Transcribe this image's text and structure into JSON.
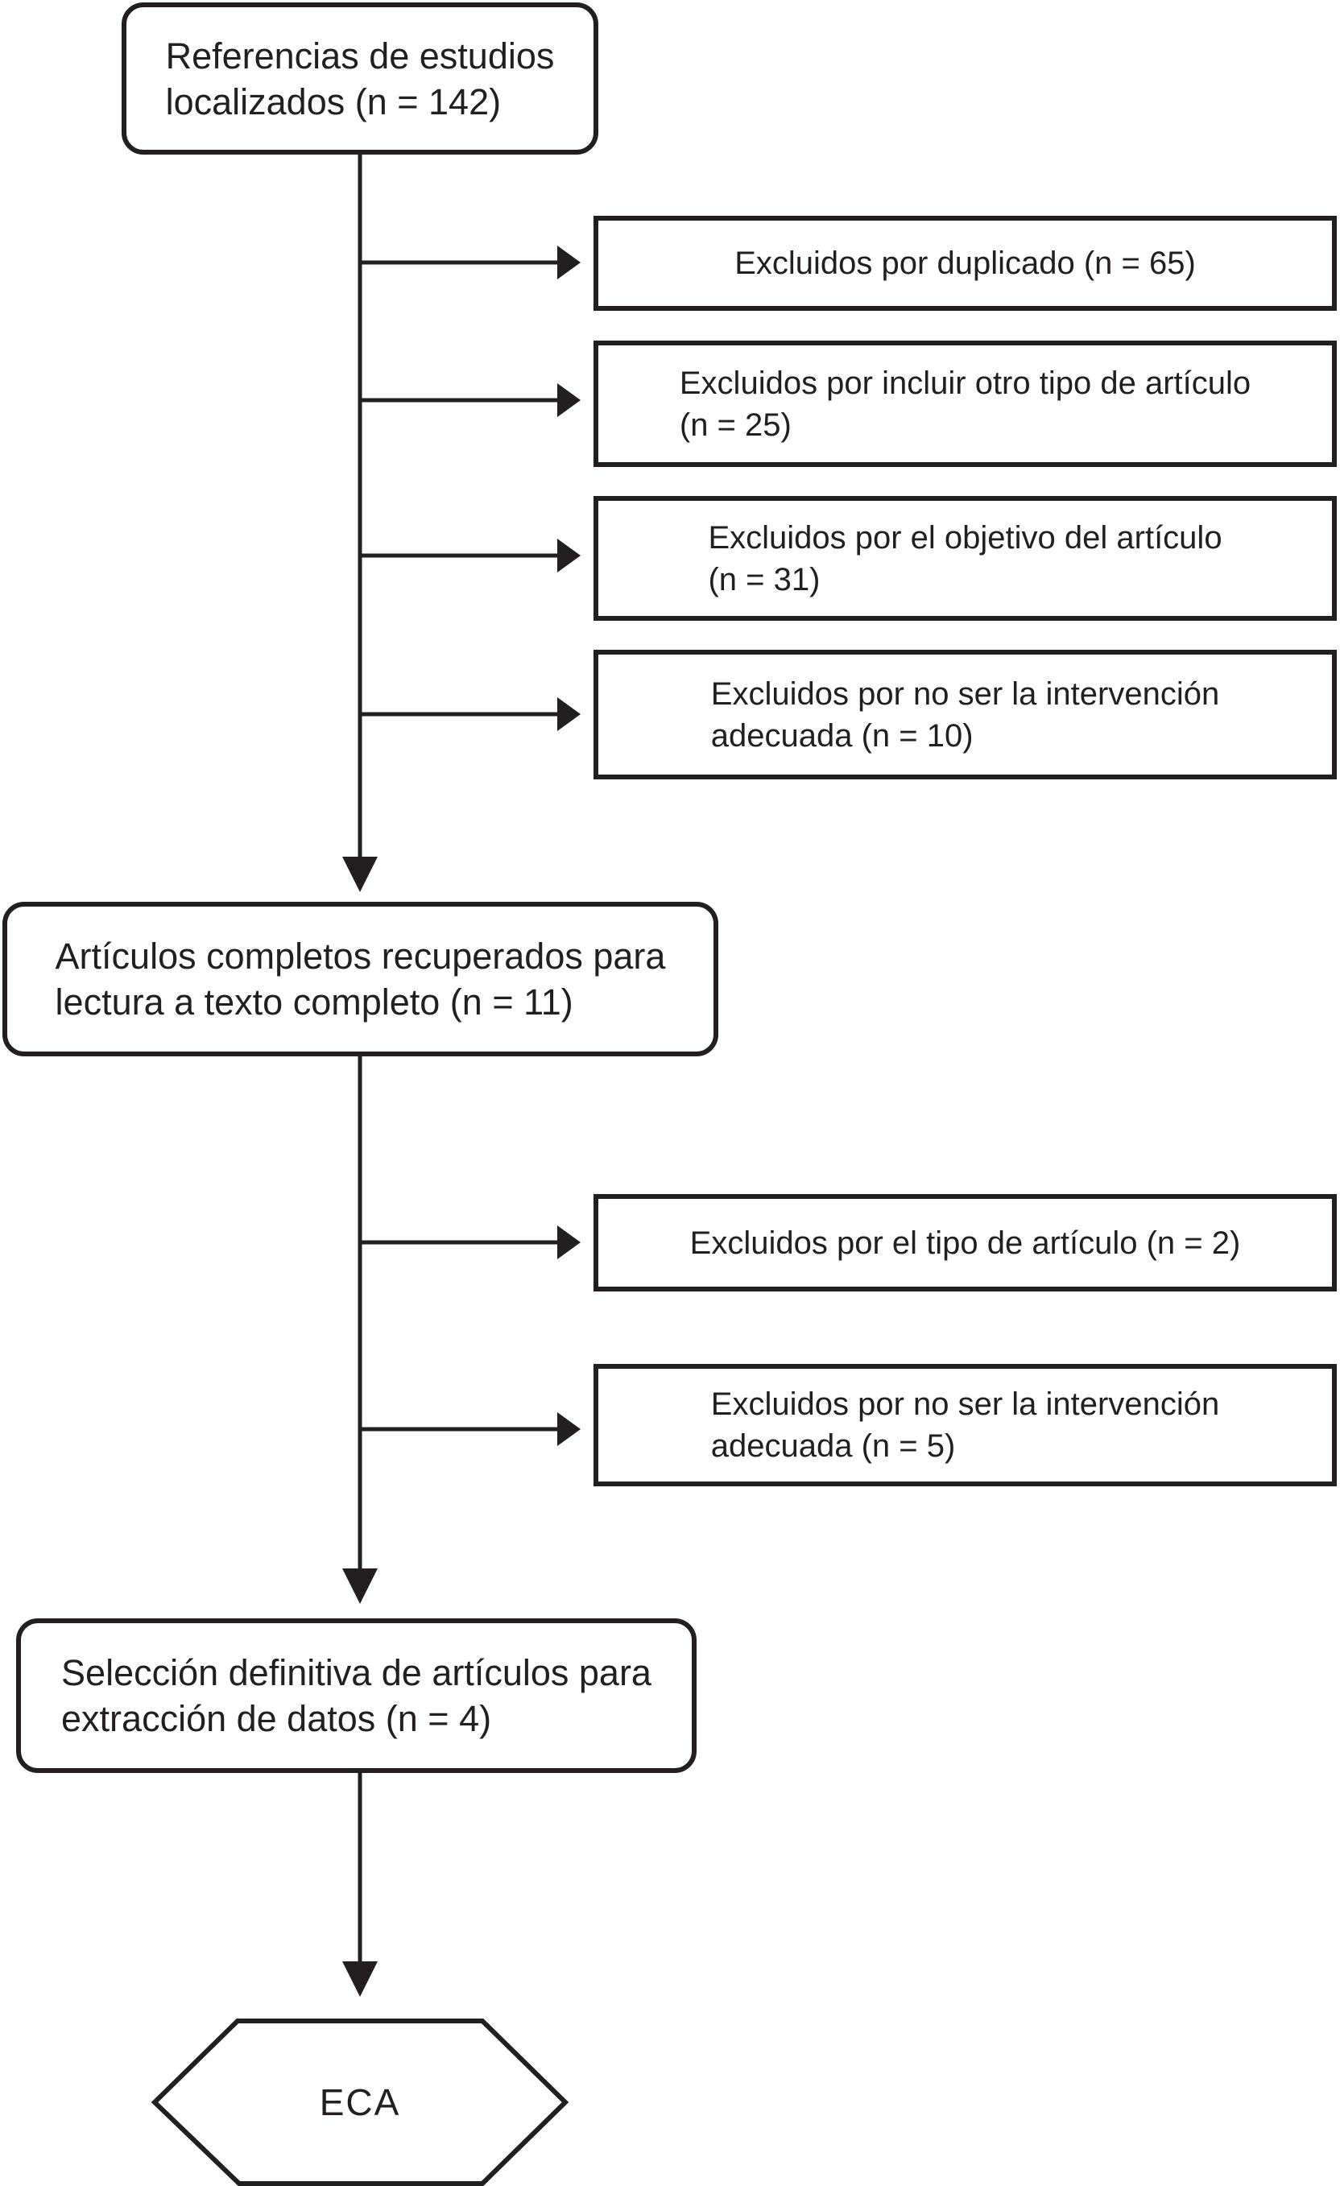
{
  "colors": {
    "ink": "#231f20",
    "background": "#ffffff"
  },
  "diagram_type": "study-selection-flowchart",
  "nodes": [
    {
      "id": "start",
      "shape": "rounded-rect",
      "lines": [
        "Referencias de estudios",
        "localizados (n = 142)"
      ]
    },
    {
      "id": "excluded-duplicates",
      "shape": "rect",
      "lines": [
        "Excluidos por duplicado (n = 65)"
      ]
    },
    {
      "id": "excluded-other-article-type",
      "shape": "rect",
      "lines": [
        "Excluidos por incluir otro tipo de artículo",
        "(n = 25)"
      ]
    },
    {
      "id": "excluded-objective",
      "shape": "rect",
      "lines": [
        "Excluidos por el objetivo del artículo",
        "(n = 31)"
      ]
    },
    {
      "id": "excluded-intervention-1",
      "shape": "rect",
      "lines": [
        "Excluidos por no ser la intervención",
        "adecuada (n = 10)"
      ]
    },
    {
      "id": "full-text-retrieved",
      "shape": "rounded-rect",
      "lines": [
        "Artículos completos recuperados para",
        "lectura a texto completo (n = 11)"
      ]
    },
    {
      "id": "excluded-article-type",
      "shape": "rect",
      "lines": [
        "Excluidos por el tipo de artículo (n = 2)"
      ]
    },
    {
      "id": "excluded-intervention-2",
      "shape": "rect",
      "lines": [
        "Excluidos por no ser la intervención",
        "adecuada (n = 5)"
      ]
    },
    {
      "id": "final-selection",
      "shape": "rounded-rect",
      "lines": [
        "Selección definitiva de artículos para",
        "extracción de datos (n = 4)"
      ]
    },
    {
      "id": "eca",
      "shape": "hexagon",
      "lines": [
        "ECA"
      ]
    }
  ]
}
